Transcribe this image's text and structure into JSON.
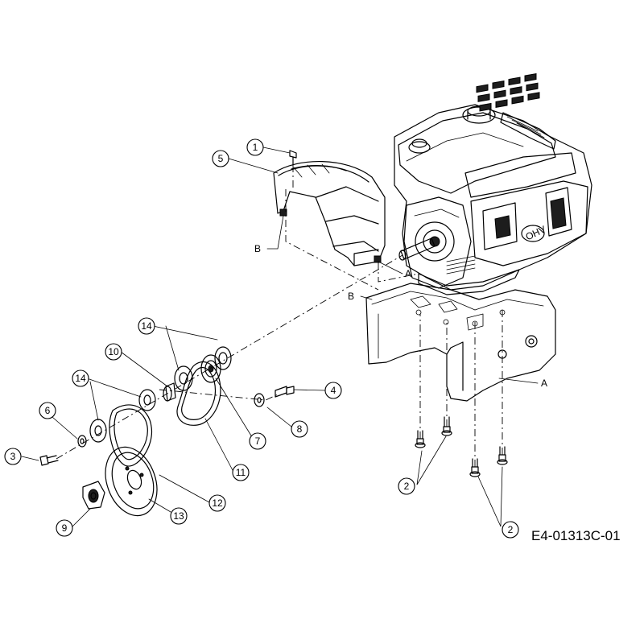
{
  "drawing_code": "E4-01313C-01",
  "callouts": {
    "c1": "1",
    "c2a": "2",
    "c2b": "2",
    "c3": "3",
    "c4": "4",
    "c5": "5",
    "c6": "6",
    "c7": "7",
    "c8": "8",
    "c9": "9",
    "c10": "10",
    "c11": "11",
    "c12": "12",
    "c13": "13",
    "c14a": "14",
    "c14b": "14"
  },
  "callout_8_highlight": "#f2e200",
  "reference_letters": {
    "b_shield": "B",
    "a_shield": "A",
    "b_frame": "B",
    "a_frame": "A"
  }
}
